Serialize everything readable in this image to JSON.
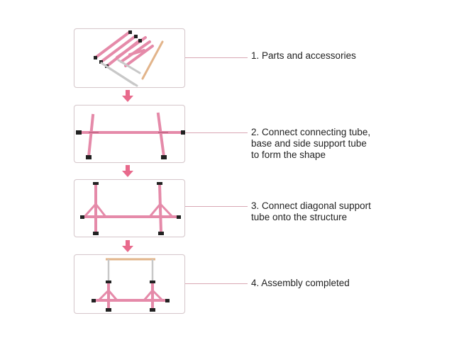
{
  "steps": [
    {
      "label": "1. Parts and accessories",
      "illustration": "parts-icon"
    },
    {
      "label": "2. Connect connecting tube,\n    base and side support tube\n    to form the shape",
      "illustration": "base-frame-icon"
    },
    {
      "label": "3. Connect diagonal support\n    tube onto the structure",
      "illustration": "frame-with-supports-icon"
    },
    {
      "label": "4. Assembly completed",
      "illustration": "completed-bar-icon"
    }
  ],
  "colors": {
    "tube_pink": "#e58aa9",
    "tube_pink_dark": "#c86a8a",
    "arrow_pink": "#e86a8c",
    "connector_line": "#d9a7b4",
    "wood_bar": "#e2b48a",
    "foot_black": "#222222",
    "silver": "#c8c8c8"
  }
}
